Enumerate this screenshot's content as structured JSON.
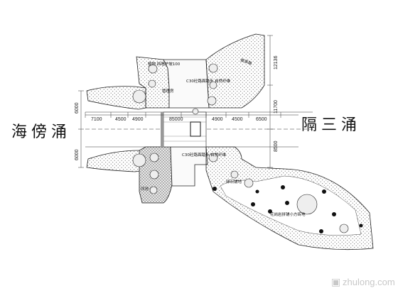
{
  "labels": {
    "left_area": "海傍涌",
    "right_area": "隔三涌"
  },
  "dimensions": {
    "horizontal": [
      "7100",
      "4500",
      "4900",
      "85000",
      "4900",
      "4500",
      "6500"
    ],
    "vertical_left": [
      "6000",
      "6000"
    ],
    "vertical_right": [
      "12136",
      "11700",
      "8500"
    ]
  },
  "notes": {
    "top_note": "C30砼路面踏步 自然纤维",
    "top_left_note": "植物  挡墙护坡100",
    "upper_room": "管理房",
    "bottom_note": "C30砼路面踏步 自然纤维",
    "bottom_pool": "凹池",
    "right_note_1": "卵石铺地",
    "right_note_2": "花岗岩拼铺小方砖地",
    "right_note_3": "嵌草路"
  },
  "watermark": {
    "text": "zhulong.com",
    "icon": "zhulong-logo-icon"
  }
}
